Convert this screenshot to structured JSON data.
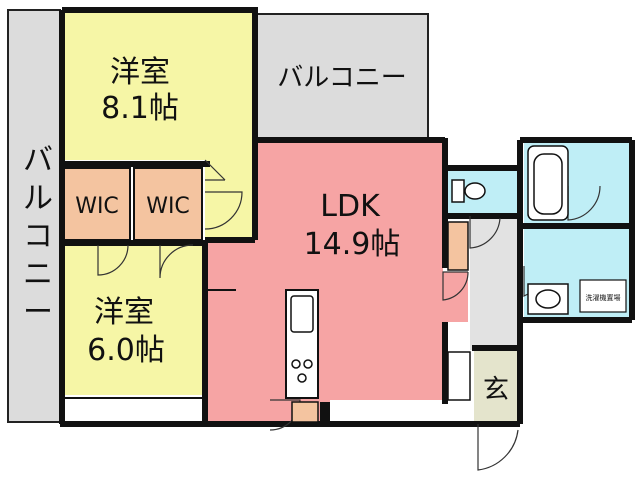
{
  "colors": {
    "balcony": "#dcdcdc",
    "bedroom": "#f6f6a6",
    "wic": "#f4c4a0",
    "ldk": "#f6a4a4",
    "wet": "#bfeef6",
    "hall": "#e2e2e2",
    "genkan": "#e4e4cc",
    "wall": "#111111"
  },
  "rooms": {
    "balcony_top": "バルコニー",
    "balcony_left": [
      "バ",
      "ル",
      "コ",
      "ニ",
      "ー"
    ],
    "bedroom1_name": "洋室",
    "bedroom1_size": "8.1帖",
    "wic1": "WIC",
    "wic2": "WIC",
    "ldk_name": "LDK",
    "ldk_size": "14.9帖",
    "bedroom2_name": "洋室",
    "bedroom2_size": "6.0帖",
    "genkan": "玄",
    "washer_note": "洗濯機置場"
  }
}
